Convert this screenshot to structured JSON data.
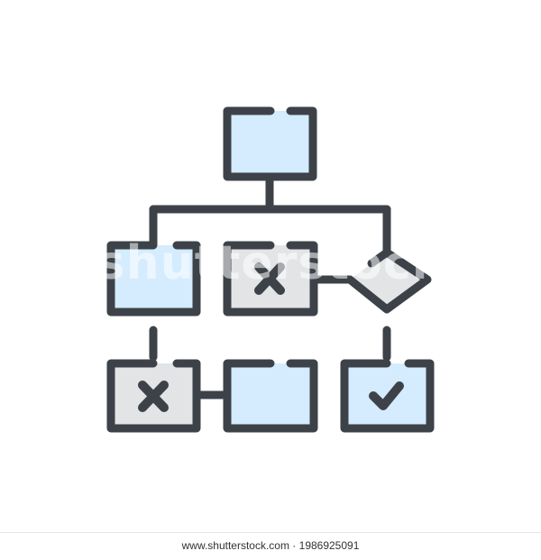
{
  "colors": {
    "stroke": "#3d4249",
    "box_blue": "#d4ecfd",
    "box_gray": "#e2e4e6",
    "background": "#ffffff"
  },
  "diagram": {
    "nodes": [
      {
        "id": "top",
        "kind": "box",
        "fill": "blue",
        "mark": "none"
      },
      {
        "id": "mid-left",
        "kind": "box",
        "fill": "blue",
        "mark": "none"
      },
      {
        "id": "mid-center",
        "kind": "box",
        "fill": "gray",
        "mark": "cross"
      },
      {
        "id": "mid-right",
        "kind": "diamond",
        "fill": "gray",
        "mark": "none"
      },
      {
        "id": "bottom-left",
        "kind": "box",
        "fill": "gray",
        "mark": "cross"
      },
      {
        "id": "bottom-center",
        "kind": "box",
        "fill": "blue",
        "mark": "none"
      },
      {
        "id": "bottom-right",
        "kind": "box",
        "fill": "blue",
        "mark": "check"
      }
    ],
    "edges": [
      [
        "top",
        "mid-left"
      ],
      [
        "top",
        "mid-right"
      ],
      [
        "mid-center",
        "mid-right"
      ],
      [
        "mid-left",
        "bottom-left"
      ],
      [
        "bottom-left",
        "bottom-center"
      ],
      [
        "mid-right",
        "bottom-right"
      ]
    ]
  },
  "watermark": {
    "text": "shutterstock"
  },
  "footer": {
    "text": "www.shutterstock.com · 1986925091"
  }
}
